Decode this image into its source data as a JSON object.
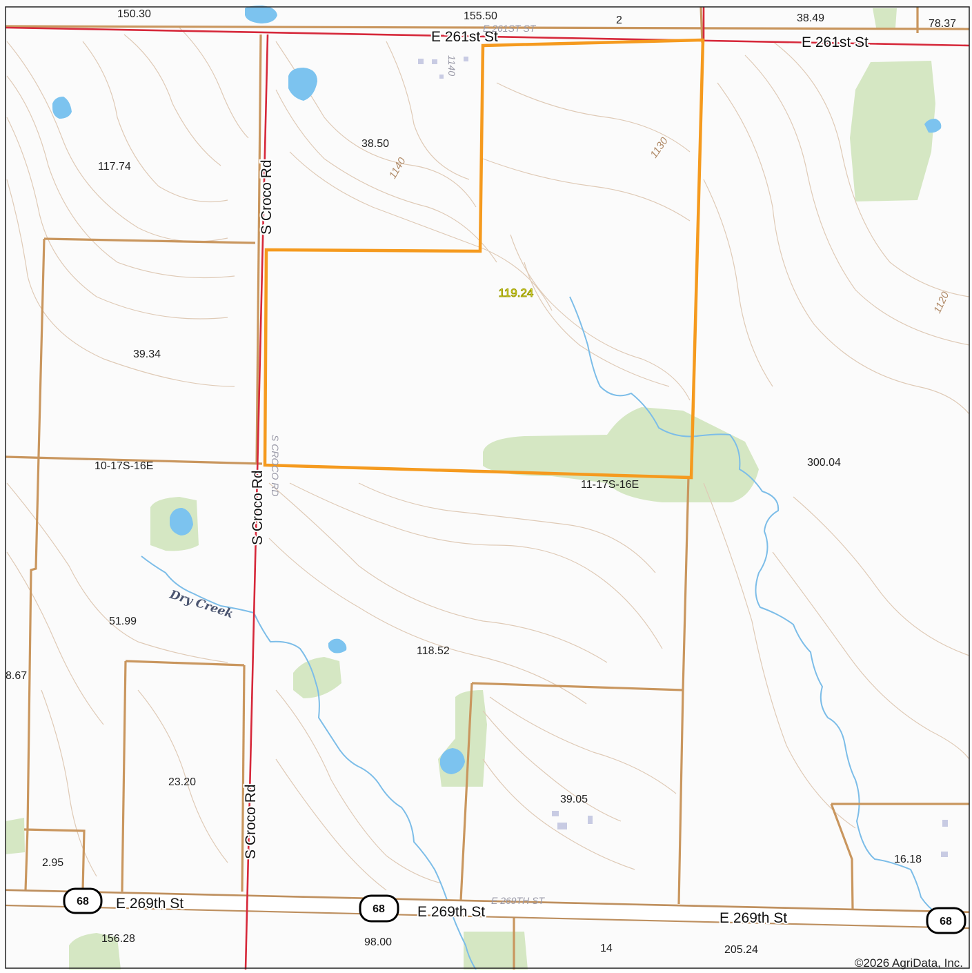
{
  "map": {
    "roads": {
      "e261_west": "E 261st St",
      "e261_east": "E 261st St",
      "e261_faint": "E 261ST ST",
      "croco_north": "S Croco Rd",
      "croco_middle": "S Croco Rd",
      "croco_south": "S Croco Rd",
      "croco_faint": "S CROCO RD",
      "e269_west": "E 269th St",
      "e269_middle": "E 269th St",
      "e269_east": "E 269th St",
      "e269_faint": "E 269TH ST"
    },
    "highway_shield": "68",
    "subject_acres": "119.24",
    "sections": {
      "sec10": "10-17S-16E",
      "sec11": "11-17S-16E"
    },
    "parcels": {
      "p15030": "150.30",
      "p15550": "155.50",
      "p2": "2",
      "p3849": "38.49",
      "p7837": "78.37",
      "p3850": "38.50",
      "p11774": "117.74",
      "p3934": "39.34",
      "p30004": "300.04",
      "p5199": "51.99",
      "p867": "8.67",
      "p11852": "118.52",
      "p2320": "23.20",
      "p3905": "39.05",
      "p295": "2.95",
      "p1618": "16.18",
      "p15628": "156.28",
      "p9800": "98.00",
      "p14": "14",
      "p20524": "205.24"
    },
    "contours": {
      "c1140": "1140",
      "c1130": "1130",
      "c1120": "1120",
      "c1140b": "1140"
    },
    "creek_name": "Dry Creek",
    "copyright": "©2026 AgriData, Inc.",
    "colors": {
      "subject_boundary": "#f59a1e",
      "parcel_line": "#c9965e",
      "road_red": "#d6283a",
      "water": "#79c3ef",
      "woods": "#d3e6c0",
      "contour": "#dcc7b1"
    }
  }
}
